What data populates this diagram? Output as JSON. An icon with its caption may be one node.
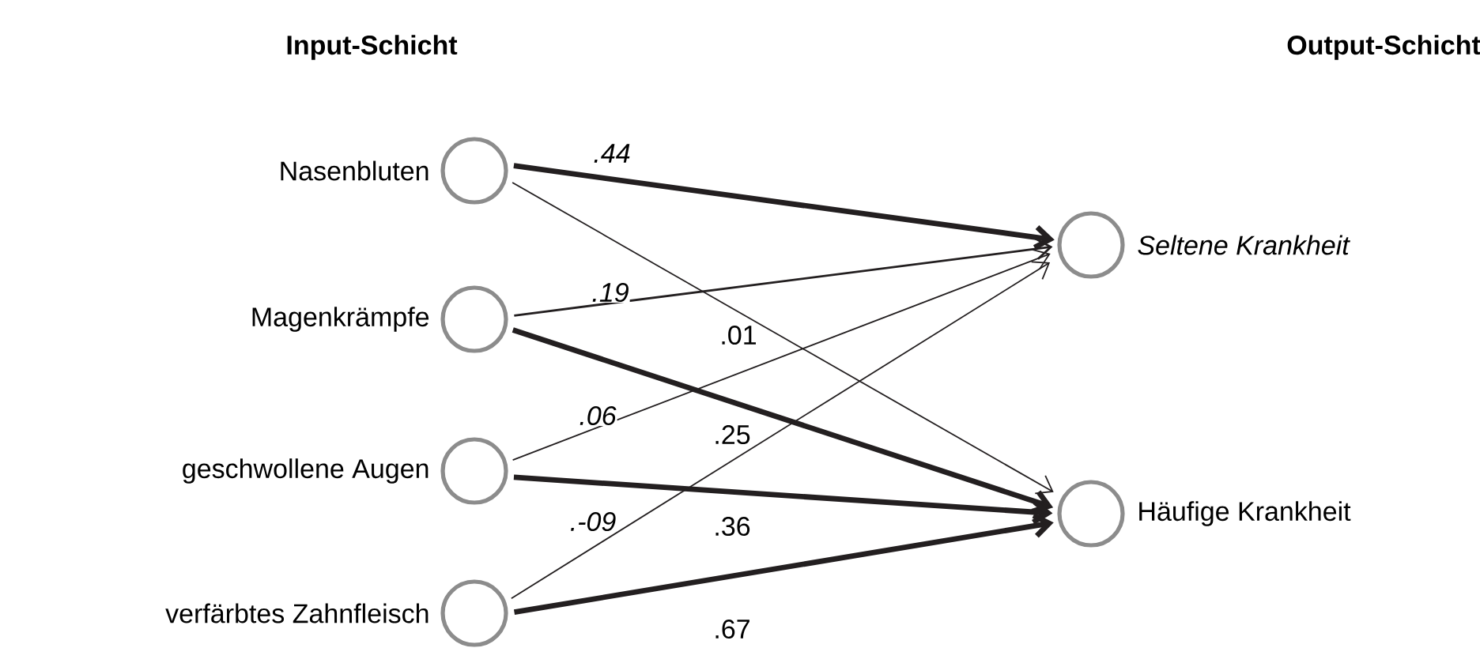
{
  "diagram": {
    "nodes": [
      {
        "text": [],
        "shape": "circle",
        "beside": [
          "Nasenbluten"
        ]
      },
      {
        "text": [],
        "shape": "circle",
        "beside": [
          "Magenkrämpfe"
        ]
      },
      {
        "text": [],
        "shape": "circle",
        "beside": [
          "geschwollene Augen"
        ]
      },
      {
        "text": [],
        "shape": "circle",
        "beside": [
          "verfärbtes Zahnfleisch"
        ]
      },
      {
        "text": [],
        "shape": "circle",
        "beside": [
          "Seltene Krankheit"
        ]
      },
      {
        "text": [],
        "shape": "circle",
        "beside": [
          "Häufige Krankheit"
        ]
      }
    ],
    "edges": [
      {
        "from": 0,
        "to": 4,
        "arrow": "to",
        "label": ".44",
        "style": "thick"
      },
      {
        "from": 0,
        "to": 5,
        "arrow": "to",
        "label": ".01"
      },
      {
        "from": 1,
        "to": 4,
        "arrow": "to",
        "label": ".19"
      },
      {
        "from": 1,
        "to": 5,
        "arrow": "to",
        "label": ".25",
        "style": "thick"
      },
      {
        "from": 2,
        "to": 4,
        "arrow": "to",
        "label": ".06"
      },
      {
        "from": 2,
        "to": 5,
        "arrow": "to",
        "label": ".36",
        "style": "thick"
      },
      {
        "from": 3,
        "to": 4,
        "arrow": "to",
        "label": ".-09"
      },
      {
        "from": 3,
        "to": 5,
        "arrow": "to",
        "label": ".67",
        "style": "thick"
      }
    ],
    "labels": [
      "Input-Schicht",
      "Output-Schicht"
    ]
  }
}
